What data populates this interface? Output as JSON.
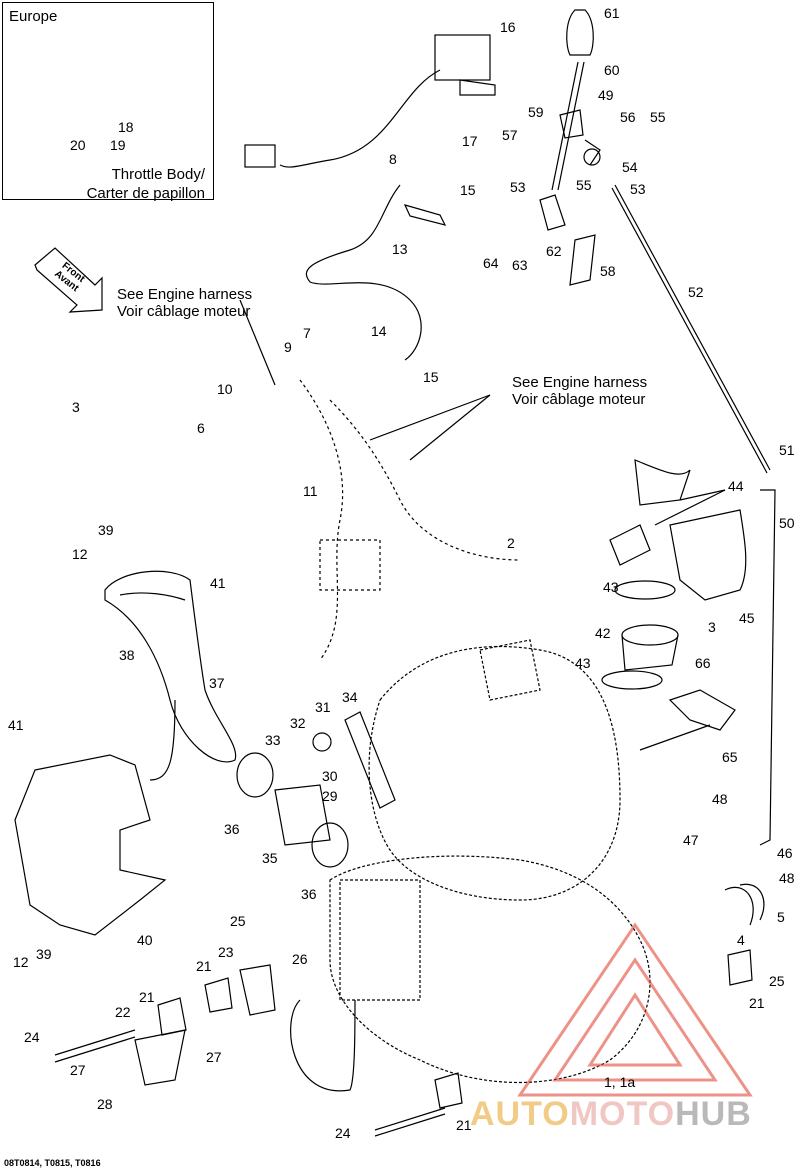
{
  "inset": {
    "title": "Europe",
    "caption_en": "Throttle Body/",
    "caption_fr": "Carter de papillon",
    "callouts": [
      "18",
      "20",
      "19"
    ]
  },
  "notes": {
    "engine_harness_left_en": "See Engine harness",
    "engine_harness_left_fr": "Voir câblage moteur",
    "engine_harness_right_en": "See Engine harness",
    "engine_harness_right_fr": "Voir câblage moteur",
    "front_en": "Front",
    "front_fr": "Avant"
  },
  "doc_ref": "08T0814, T0815, T0816",
  "watermark": {
    "part1": "AUTO",
    "part2": "MOTO",
    "part3": "HUB"
  },
  "callouts": [
    "61",
    "16",
    "60",
    "49",
    "56",
    "55",
    "59",
    "57",
    "17",
    "54",
    "55",
    "53",
    "8",
    "15",
    "53",
    "13",
    "64",
    "63",
    "62",
    "58",
    "52",
    "9",
    "7",
    "14",
    "15",
    "10",
    "6",
    "3",
    "11",
    "2",
    "51",
    "44",
    "50",
    "39",
    "12",
    "41",
    "43",
    "3",
    "45",
    "42",
    "38",
    "37",
    "43",
    "66",
    "34",
    "31",
    "32",
    "33",
    "30",
    "29",
    "65",
    "41",
    "36",
    "35",
    "48",
    "47",
    "46",
    "36",
    "48",
    "5",
    "4",
    "25",
    "25",
    "23",
    "26",
    "21",
    "21",
    "21",
    "22",
    "27",
    "24",
    "27",
    "28",
    "24",
    "21",
    "1, 1a",
    "40",
    "12",
    "39"
  ],
  "colors": {
    "line": "#000000",
    "watermark_red": "#e03a2a",
    "watermark_orange": "#f0a020"
  }
}
